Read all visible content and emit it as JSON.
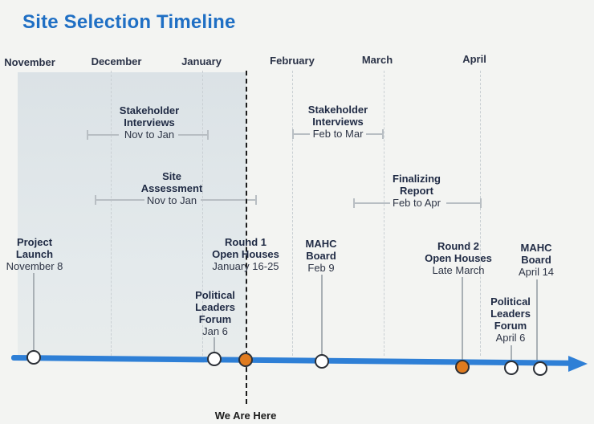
{
  "title": "Site Selection Timeline",
  "months": [
    "November",
    "December",
    "January",
    "February",
    "March",
    "April"
  ],
  "phases": [
    {
      "title": "Stakeholder Interviews",
      "title_lines": [
        "Stakeholder",
        "Interviews"
      ],
      "range": "Nov to Jan"
    },
    {
      "title": "Site Assessment",
      "title_lines": [
        "Site",
        "Assessment"
      ],
      "range": "Nov to Jan"
    },
    {
      "title": "Stakeholder Interviews",
      "title_lines": [
        "Stakeholder",
        "Interviews"
      ],
      "range": "Feb to Mar"
    },
    {
      "title": "Finalizing Report",
      "title_lines": [
        "Finalizing",
        "Report"
      ],
      "range": "Feb to Apr"
    }
  ],
  "events": [
    {
      "title_lines": [
        "Project",
        "Launch"
      ],
      "date": "November 8",
      "status": "past"
    },
    {
      "title_lines": [
        "Political",
        "Leaders",
        "Forum"
      ],
      "date": "Jan 6",
      "status": "past"
    },
    {
      "title_lines": [
        "Round 1",
        "Open Houses"
      ],
      "date": "January 16-25",
      "status": "current"
    },
    {
      "title_lines": [
        "MAHC",
        "Board"
      ],
      "date": "Feb 9",
      "status": "upcoming"
    },
    {
      "title_lines": [
        "Round 2",
        "Open Houses"
      ],
      "date": "Late March",
      "status": "upcoming-highlight"
    },
    {
      "title_lines": [
        "Political",
        "Leaders",
        "Forum"
      ],
      "date": "April 6",
      "status": "upcoming"
    },
    {
      "title_lines": [
        "MAHC",
        "Board"
      ],
      "date": "April 14",
      "status": "upcoming"
    }
  ],
  "marker": {
    "label": "We Are Here"
  },
  "colors": {
    "title": "#1f6fc4",
    "axis": "#2e7fd6",
    "milestone_open": "#ffffff",
    "milestone_key": "#e07b1f",
    "past_shading": "#dbe2e6"
  }
}
